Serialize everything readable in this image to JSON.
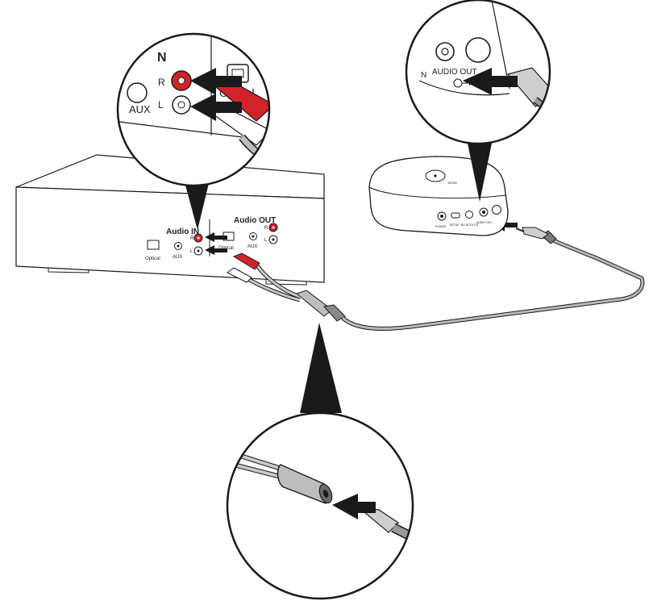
{
  "receiver": {
    "audio_in_label": "Audio IN",
    "audio_out_label": "Audio OUT",
    "optical_label": "Optical",
    "aux_label": "AUX",
    "right_label": "R",
    "left_label": "L"
  },
  "zoom_receiver": {
    "partial_title": "N",
    "right_label": "R",
    "left_label": "L",
    "optical_label": "Optical",
    "aux_label": "AUX"
  },
  "adapter": {
    "power_label": "POWER",
    "setup_label": "SETUP",
    "bluetooth_label": "BLUETOOTH",
    "audio_out_label": "AUDIO OUT"
  },
  "zoom_adapter": {
    "audio_out_label": "AUDIO OUT",
    "partial_label": "N"
  },
  "colors": {
    "red_plug": "#d2232a",
    "outline": "#1a1a1a",
    "cable": "#b8b8b8"
  }
}
